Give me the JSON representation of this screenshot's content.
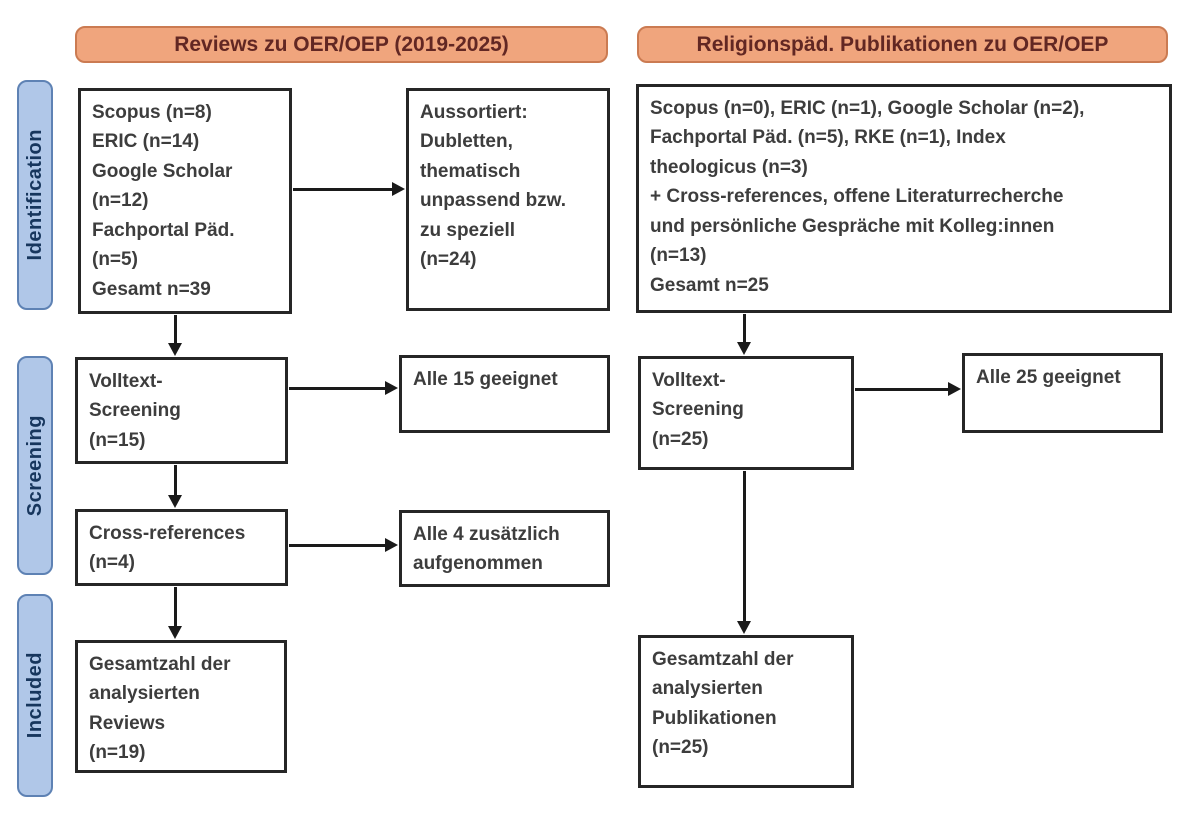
{
  "flow": {
    "columns": [
      {
        "header": "Reviews zu OER/OEP (2019-2025)"
      },
      {
        "header": "Religionspäd. Publikationen zu OER/OEP"
      }
    ],
    "stages": [
      "Identification",
      "Screening",
      "Included"
    ],
    "boxes": {
      "l_sources": "Scopus (n=8)\nERIC (n=14)\nGoogle Scholar\n(n=12)\nFachportal Päd.\n(n=5)\nGesamt n=39",
      "l_excluded": "Aussortiert:\nDubletten,\nthematisch\nunpassend bzw.\nzu speziell\n(n=24)",
      "l_fulltext": "Volltext-\nScreening\n(n=15)",
      "l_eligible": "Alle 15 geeignet",
      "l_crossref": "Cross-references\n(n=4)",
      "l_added": "Alle 4 zusätzlich\naufgenommen",
      "l_included": "Gesamtzahl der\nanalysierten\nReviews\n(n=19)",
      "r_sources": "Scopus (n=0), ERIC (n=1), Google Scholar (n=2),\nFachportal Päd. (n=5), RKE (n=1), Index\ntheologicus (n=3)\n+ Cross-references, offene Literaturrecherche\nund persönliche Gespräche mit Kolleg:innen\n(n=13)\nGesamt n=25",
      "r_fulltext": "Volltext-\nScreening\n(n=25)",
      "r_eligible": "Alle 25 geeignet",
      "r_included": "Gesamtzahl der\nanalysierten\nPublikationen\n(n=25)"
    }
  },
  "colors": {
    "background": "#ffffff",
    "header_fill": "#f0a57d",
    "header_border": "#cb7b52",
    "header_text": "#622723",
    "stage_fill": "#b0c7e8",
    "stage_border": "#5e82b4",
    "stage_text": "#17365d",
    "box_border": "#262626",
    "box_text": "#3d3d3d",
    "arrow": "#1a1a1a"
  }
}
